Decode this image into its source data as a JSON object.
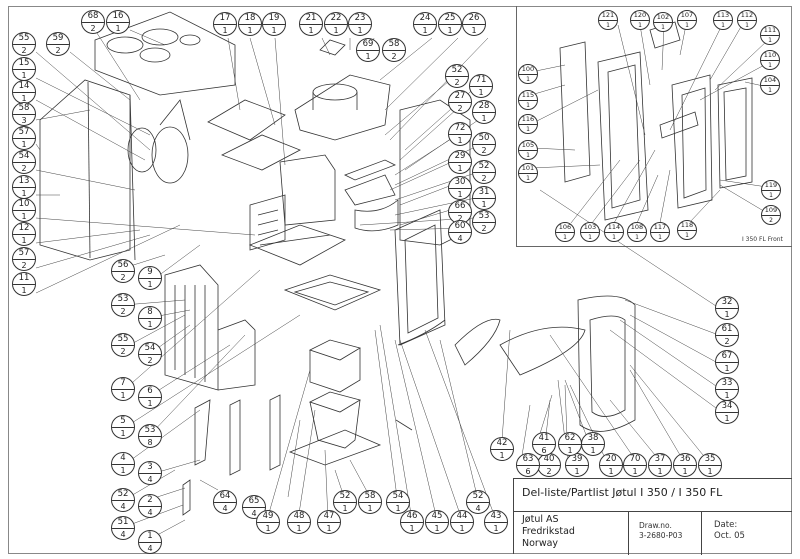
{
  "title_block": {
    "title": "Del-liste/Partlist Jøtul I 350 / I 350 FL",
    "company_line1": "Jøtul AS",
    "company_line2": "Fredrikstad",
    "company_line3": "Norway",
    "drawing_no_label": "Draw.no.",
    "drawing_no": "3-2680-P03",
    "date_label": "Date:",
    "date": "Oct. 05"
  },
  "inset": {
    "caption": "I 350 FL Front"
  },
  "callouts": [
    {
      "part": "68",
      "qty": "2"
    },
    {
      "part": "16",
      "qty": "1"
    },
    {
      "part": "55",
      "qty": "2"
    },
    {
      "part": "59",
      "qty": "2"
    },
    {
      "part": "15",
      "qty": "1"
    },
    {
      "part": "14",
      "qty": "1"
    },
    {
      "part": "58",
      "qty": "3"
    },
    {
      "part": "57",
      "qty": "1"
    },
    {
      "part": "54",
      "qty": "2"
    },
    {
      "part": "13",
      "qty": "1"
    },
    {
      "part": "10",
      "qty": "1"
    },
    {
      "part": "12",
      "qty": "1"
    },
    {
      "part": "57",
      "qty": "2"
    },
    {
      "part": "11",
      "qty": "1"
    },
    {
      "part": "56",
      "qty": "2"
    },
    {
      "part": "9",
      "qty": "1"
    },
    {
      "part": "53",
      "qty": "2"
    },
    {
      "part": "8",
      "qty": "1"
    },
    {
      "part": "55",
      "qty": "2"
    },
    {
      "part": "54",
      "qty": "2"
    },
    {
      "part": "7",
      "qty": "1"
    },
    {
      "part": "6",
      "qty": "1"
    },
    {
      "part": "5",
      "qty": "1"
    },
    {
      "part": "53",
      "qty": "8"
    },
    {
      "part": "4",
      "qty": "1"
    },
    {
      "part": "3",
      "qty": "4"
    },
    {
      "part": "52",
      "qty": "4"
    },
    {
      "part": "2",
      "qty": "4"
    },
    {
      "part": "51",
      "qty": "4"
    },
    {
      "part": "1",
      "qty": "4"
    },
    {
      "part": "64",
      "qty": "4"
    },
    {
      "part": "65",
      "qty": "4"
    },
    {
      "part": "49",
      "qty": "1"
    },
    {
      "part": "48",
      "qty": "1"
    },
    {
      "part": "47",
      "qty": "1"
    },
    {
      "part": "52",
      "qty": "1"
    },
    {
      "part": "58",
      "qty": "1"
    },
    {
      "part": "54",
      "qty": "1"
    },
    {
      "part": "46",
      "qty": "1"
    },
    {
      "part": "45",
      "qty": "1"
    },
    {
      "part": "44",
      "qty": "1"
    },
    {
      "part": "52",
      "qty": "4"
    },
    {
      "part": "43",
      "qty": "1"
    },
    {
      "part": "17",
      "qty": "1"
    },
    {
      "part": "18",
      "qty": "1"
    },
    {
      "part": "19",
      "qty": "1"
    },
    {
      "part": "21",
      "qty": "1"
    },
    {
      "part": "22",
      "qty": "1"
    },
    {
      "part": "23",
      "qty": "1"
    },
    {
      "part": "69",
      "qty": "1"
    },
    {
      "part": "58",
      "qty": "2"
    },
    {
      "part": "24",
      "qty": "1"
    },
    {
      "part": "25",
      "qty": "1"
    },
    {
      "part": "26",
      "qty": "1"
    },
    {
      "part": "52",
      "qty": "2"
    },
    {
      "part": "71",
      "qty": "1"
    },
    {
      "part": "27",
      "qty": "2"
    },
    {
      "part": "28",
      "qty": "1"
    },
    {
      "part": "72",
      "qty": "1"
    },
    {
      "part": "50",
      "qty": "2"
    },
    {
      "part": "29",
      "qty": "1"
    },
    {
      "part": "52",
      "qty": "2"
    },
    {
      "part": "30",
      "qty": "1"
    },
    {
      "part": "31",
      "qty": "1"
    },
    {
      "part": "66",
      "qty": "2"
    },
    {
      "part": "53",
      "qty": "2"
    },
    {
      "part": "60",
      "qty": "4"
    },
    {
      "part": "32",
      "qty": "1"
    },
    {
      "part": "61",
      "qty": "2"
    },
    {
      "part": "67",
      "qty": "1"
    },
    {
      "part": "33",
      "qty": "1"
    },
    {
      "part": "34",
      "qty": "1"
    },
    {
      "part": "35",
      "qty": "1"
    },
    {
      "part": "36",
      "qty": "1"
    },
    {
      "part": "37",
      "qty": "1"
    },
    {
      "part": "70",
      "qty": "1"
    },
    {
      "part": "20",
      "qty": "1"
    },
    {
      "part": "38",
      "qty": "1"
    },
    {
      "part": "39",
      "qty": "1"
    },
    {
      "part": "62",
      "qty": "1"
    },
    {
      "part": "40",
      "qty": "2"
    },
    {
      "part": "41",
      "qty": "6"
    },
    {
      "part": "63",
      "qty": "6"
    },
    {
      "part": "42",
      "qty": "1"
    }
  ],
  "inset_callouts": [
    {
      "part": "121",
      "qty": "1"
    },
    {
      "part": "120",
      "qty": "1"
    },
    {
      "part": "102",
      "qty": "1"
    },
    {
      "part": "107",
      "qty": "1"
    },
    {
      "part": "113",
      "qty": "1"
    },
    {
      "part": "112",
      "qty": "1"
    },
    {
      "part": "111",
      "qty": "1"
    },
    {
      "part": "110",
      "qty": "1"
    },
    {
      "part": "104",
      "qty": "1"
    },
    {
      "part": "100",
      "qty": "1"
    },
    {
      "part": "115",
      "qty": "1"
    },
    {
      "part": "116",
      "qty": "1"
    },
    {
      "part": "105",
      "qty": "1"
    },
    {
      "part": "101",
      "qty": "1"
    },
    {
      "part": "119",
      "qty": "1"
    },
    {
      "part": "109",
      "qty": "2"
    },
    {
      "part": "106",
      "qty": "1"
    },
    {
      "part": "103",
      "qty": "1"
    },
    {
      "part": "114",
      "qty": "1"
    },
    {
      "part": "108",
      "qty": "1"
    },
    {
      "part": "117",
      "qty": "1"
    },
    {
      "part": "118",
      "qty": "1"
    }
  ]
}
